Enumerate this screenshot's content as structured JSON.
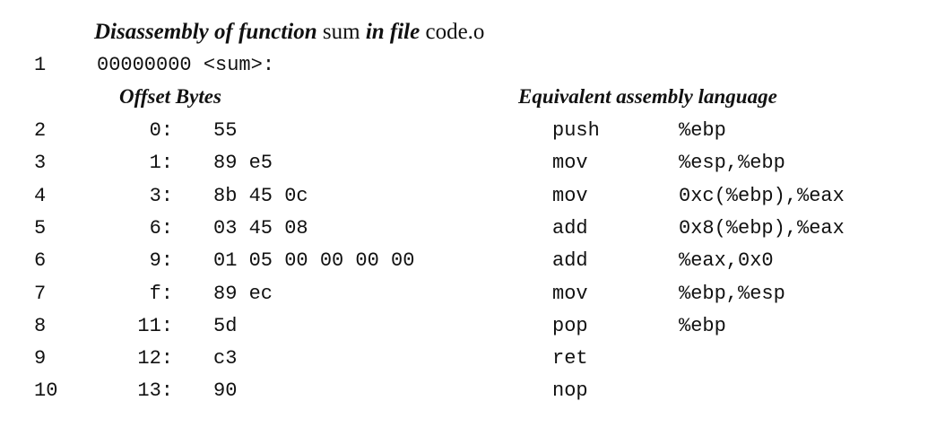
{
  "title": {
    "part1": "Disassembly of function",
    "part2": " sum ",
    "part3": "in file",
    "part4": " code.o"
  },
  "header_line": {
    "number": "1",
    "text": "00000000 <sum>:"
  },
  "column_headers": {
    "offset_bytes": "Offset Bytes",
    "assembly": "Equivalent assembly language"
  },
  "rows": [
    {
      "line": "2",
      "offset": "0:",
      "bytes": "55",
      "mnemonic": "push",
      "operands": "%ebp"
    },
    {
      "line": "3",
      "offset": "1:",
      "bytes": "89 e5",
      "mnemonic": "mov",
      "operands": "%esp,%ebp"
    },
    {
      "line": "4",
      "offset": "3:",
      "bytes": "8b 45 0c",
      "mnemonic": "mov",
      "operands": "0xc(%ebp),%eax"
    },
    {
      "line": "5",
      "offset": "6:",
      "bytes": "03 45 08",
      "mnemonic": "add",
      "operands": "0x8(%ebp),%eax"
    },
    {
      "line": "6",
      "offset": "9:",
      "bytes": "01 05 00 00 00 00",
      "mnemonic": "add",
      "operands": "%eax,0x0"
    },
    {
      "line": "7",
      "offset": "f:",
      "bytes": "89 ec",
      "mnemonic": "mov",
      "operands": "%ebp,%esp"
    },
    {
      "line": "8",
      "offset": "11:",
      "bytes": "5d",
      "mnemonic": "pop",
      "operands": "%ebp"
    },
    {
      "line": "9",
      "offset": "12:",
      "bytes": "c3",
      "mnemonic": "ret",
      "operands": ""
    },
    {
      "line": "10",
      "offset": "13:",
      "bytes": "90",
      "mnemonic": "nop",
      "operands": ""
    }
  ]
}
